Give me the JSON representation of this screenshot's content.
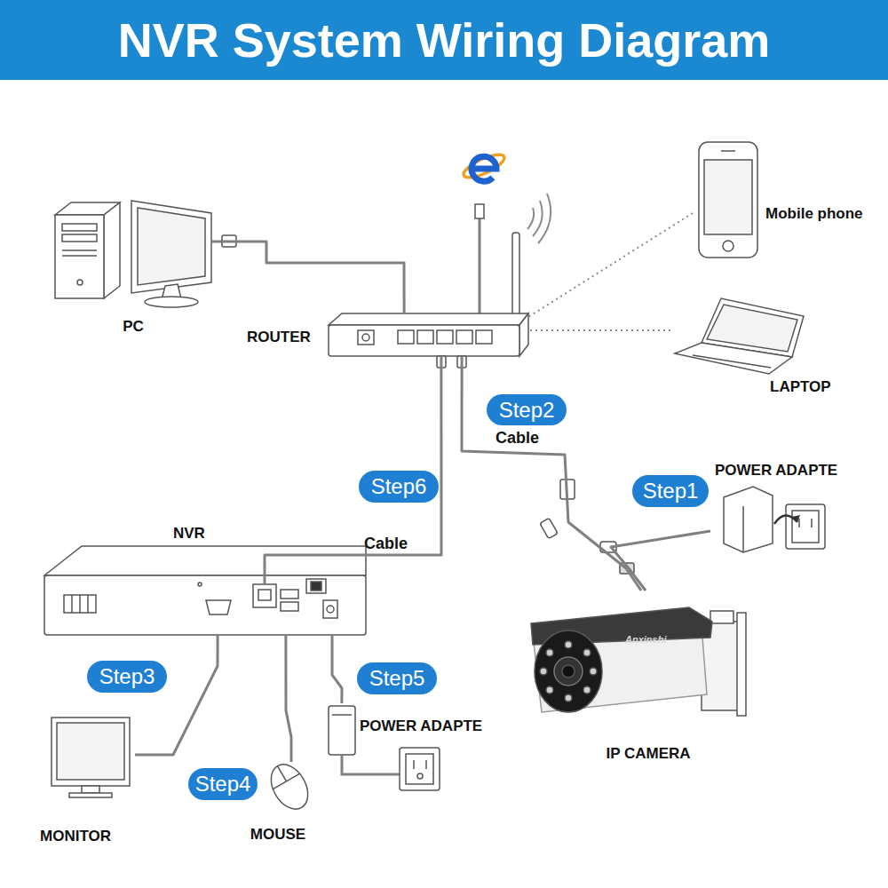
{
  "diagram": {
    "title": "NVR System Wiring Diagram",
    "nodes": [
      {
        "text": [
          "Mobile phone"
        ]
      },
      {
        "text": [
          "PC"
        ]
      },
      {
        "text": [
          "ROUTER"
        ]
      },
      {
        "text": [
          "LAPTOP"
        ]
      },
      {
        "text": [
          "Step2"
        ]
      },
      {
        "text": [
          "POWER ADAPTE"
        ]
      },
      {
        "text": [
          "Step6"
        ]
      },
      {
        "text": [
          "Step1"
        ]
      },
      {
        "text": [
          "NVR"
        ]
      },
      {
        "text": [
          "IP CAMERA"
        ]
      },
      {
        "text": [
          "Step3"
        ]
      },
      {
        "text": [
          "Step5"
        ]
      },
      {
        "text": [
          "POWER ADAPTE"
        ]
      },
      {
        "text": [
          "Step4"
        ]
      },
      {
        "text": [
          "MONITOR"
        ]
      },
      {
        "text": [
          "MOUSE"
        ]
      }
    ],
    "edges": [
      {
        "from": 1,
        "to": 2,
        "arrow": "none"
      },
      {
        "from": 0,
        "to": 2,
        "arrow": "none"
      },
      {
        "from": 3,
        "to": 2,
        "arrow": "none"
      },
      {
        "from": 2,
        "to": 9,
        "label": "Cable",
        "arrow": "none"
      },
      {
        "from": 5,
        "to": 9,
        "arrow": "none"
      },
      {
        "from": 2,
        "to": 8,
        "label": "Cable",
        "arrow": "none"
      },
      {
        "from": 8,
        "to": 14,
        "arrow": "none"
      },
      {
        "from": 8,
        "to": 15,
        "arrow": "none"
      },
      {
        "from": 8,
        "to": 12,
        "arrow": "none"
      }
    ],
    "labels": [
      "Anxinshi"
    ]
  }
}
